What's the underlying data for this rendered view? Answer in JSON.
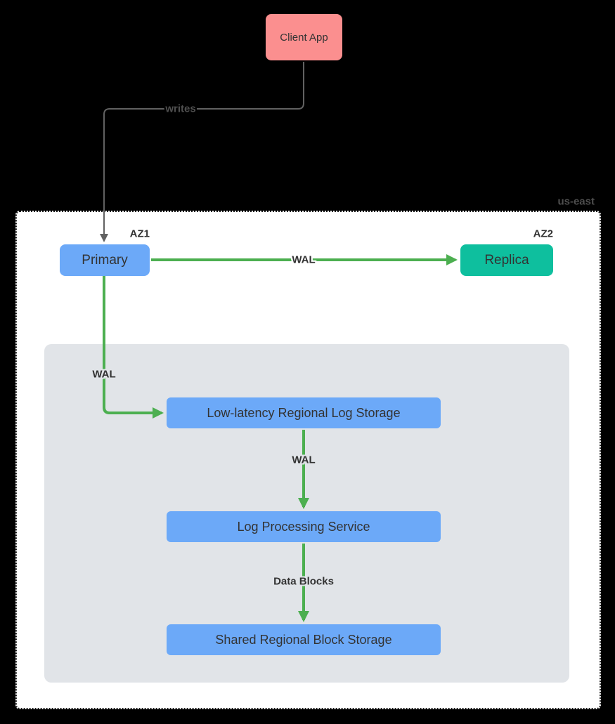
{
  "region": {
    "label": "us-east"
  },
  "zones": {
    "az1": "AZ1",
    "az2": "AZ2"
  },
  "nodes": {
    "client_app": {
      "label": "Client App"
    },
    "primary": {
      "label": "Primary"
    },
    "replica": {
      "label": "Replica"
    },
    "log_storage": {
      "label": "Low-latency Regional Log Storage"
    },
    "log_processing": {
      "label": "Log Processing Service"
    },
    "block_storage": {
      "label": "Shared Regional Block Storage"
    }
  },
  "edges": {
    "writes": {
      "label": "writes"
    },
    "wal_to_replica": {
      "label": "WAL"
    },
    "wal_to_log_storage": {
      "label": "WAL"
    },
    "wal_to_processing": {
      "label": "WAL"
    },
    "data_blocks": {
      "label": "Data Blocks"
    }
  },
  "colors": {
    "client_pink": "#FB8F8F",
    "node_blue": "#6CA9F8",
    "replica_teal": "#0EBF9E",
    "arrow_green": "#4CAF50",
    "line_gray": "#616161",
    "canvas_bg": "#000000",
    "region_bg": "#FFFFFF",
    "region_border": "#1A1A1A",
    "inner_bg": "#E1E4E8",
    "node_text": "#333333",
    "outer_label_text": "#4F4F4F"
  }
}
